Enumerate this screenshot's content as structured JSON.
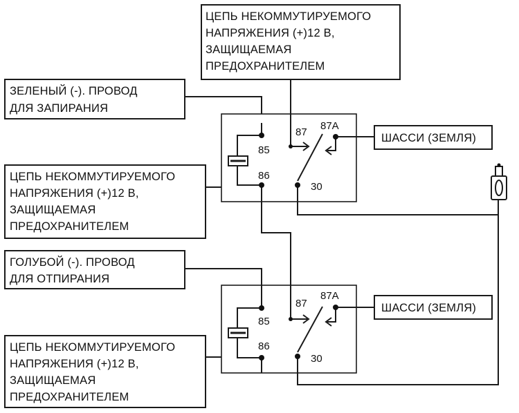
{
  "labels": {
    "top_feed": [
      "ЦЕПЬ НЕКОММУТИРУЕМОГО",
      "НАПРЯЖЕНИЯ (+)12 В,",
      "ЗАЩИЩАЕМАЯ",
      "ПРЕДОХРАНИТЕЛЕМ"
    ],
    "lock_wire": [
      "ЗЕЛЕНЫЙ (-). ПРОВОД",
      "ДЛЯ ЗАПИРАНИЯ"
    ],
    "middle_feed": [
      "ЦЕПЬ НЕКОММУТИРУЕМОГО",
      "НАПРЯЖЕНИЯ (+)12 В,",
      "ЗАЩИЩАЕМАЯ",
      "ПРЕДОХРАНИТЕЛЕМ"
    ],
    "unlock_wire": [
      "ГОЛУБОЙ (-). ПРОВОД",
      "ДЛЯ ОТПИРАНИЯ"
    ],
    "bottom_feed": [
      "ЦЕПЬ НЕКОММУТИРУЕМОГО",
      "НАПРЯЖЕНИЯ (+)12 В,",
      "ЗАЩИЩАЕМАЯ",
      "ПРЕДОХРАНИТЕЛЕМ"
    ],
    "chassis_upper": "ШАССИ (ЗЕМЛЯ)",
    "chassis_lower": "ШАССИ (ЗЕМЛЯ)"
  },
  "relay_pins": {
    "upper": {
      "p85": "85",
      "p86": "86",
      "p87": "87",
      "p87a": "87A",
      "p30": "30"
    },
    "lower": {
      "p85": "85",
      "p86": "86",
      "p87": "87",
      "p87a": "87A",
      "p30": "30"
    }
  }
}
